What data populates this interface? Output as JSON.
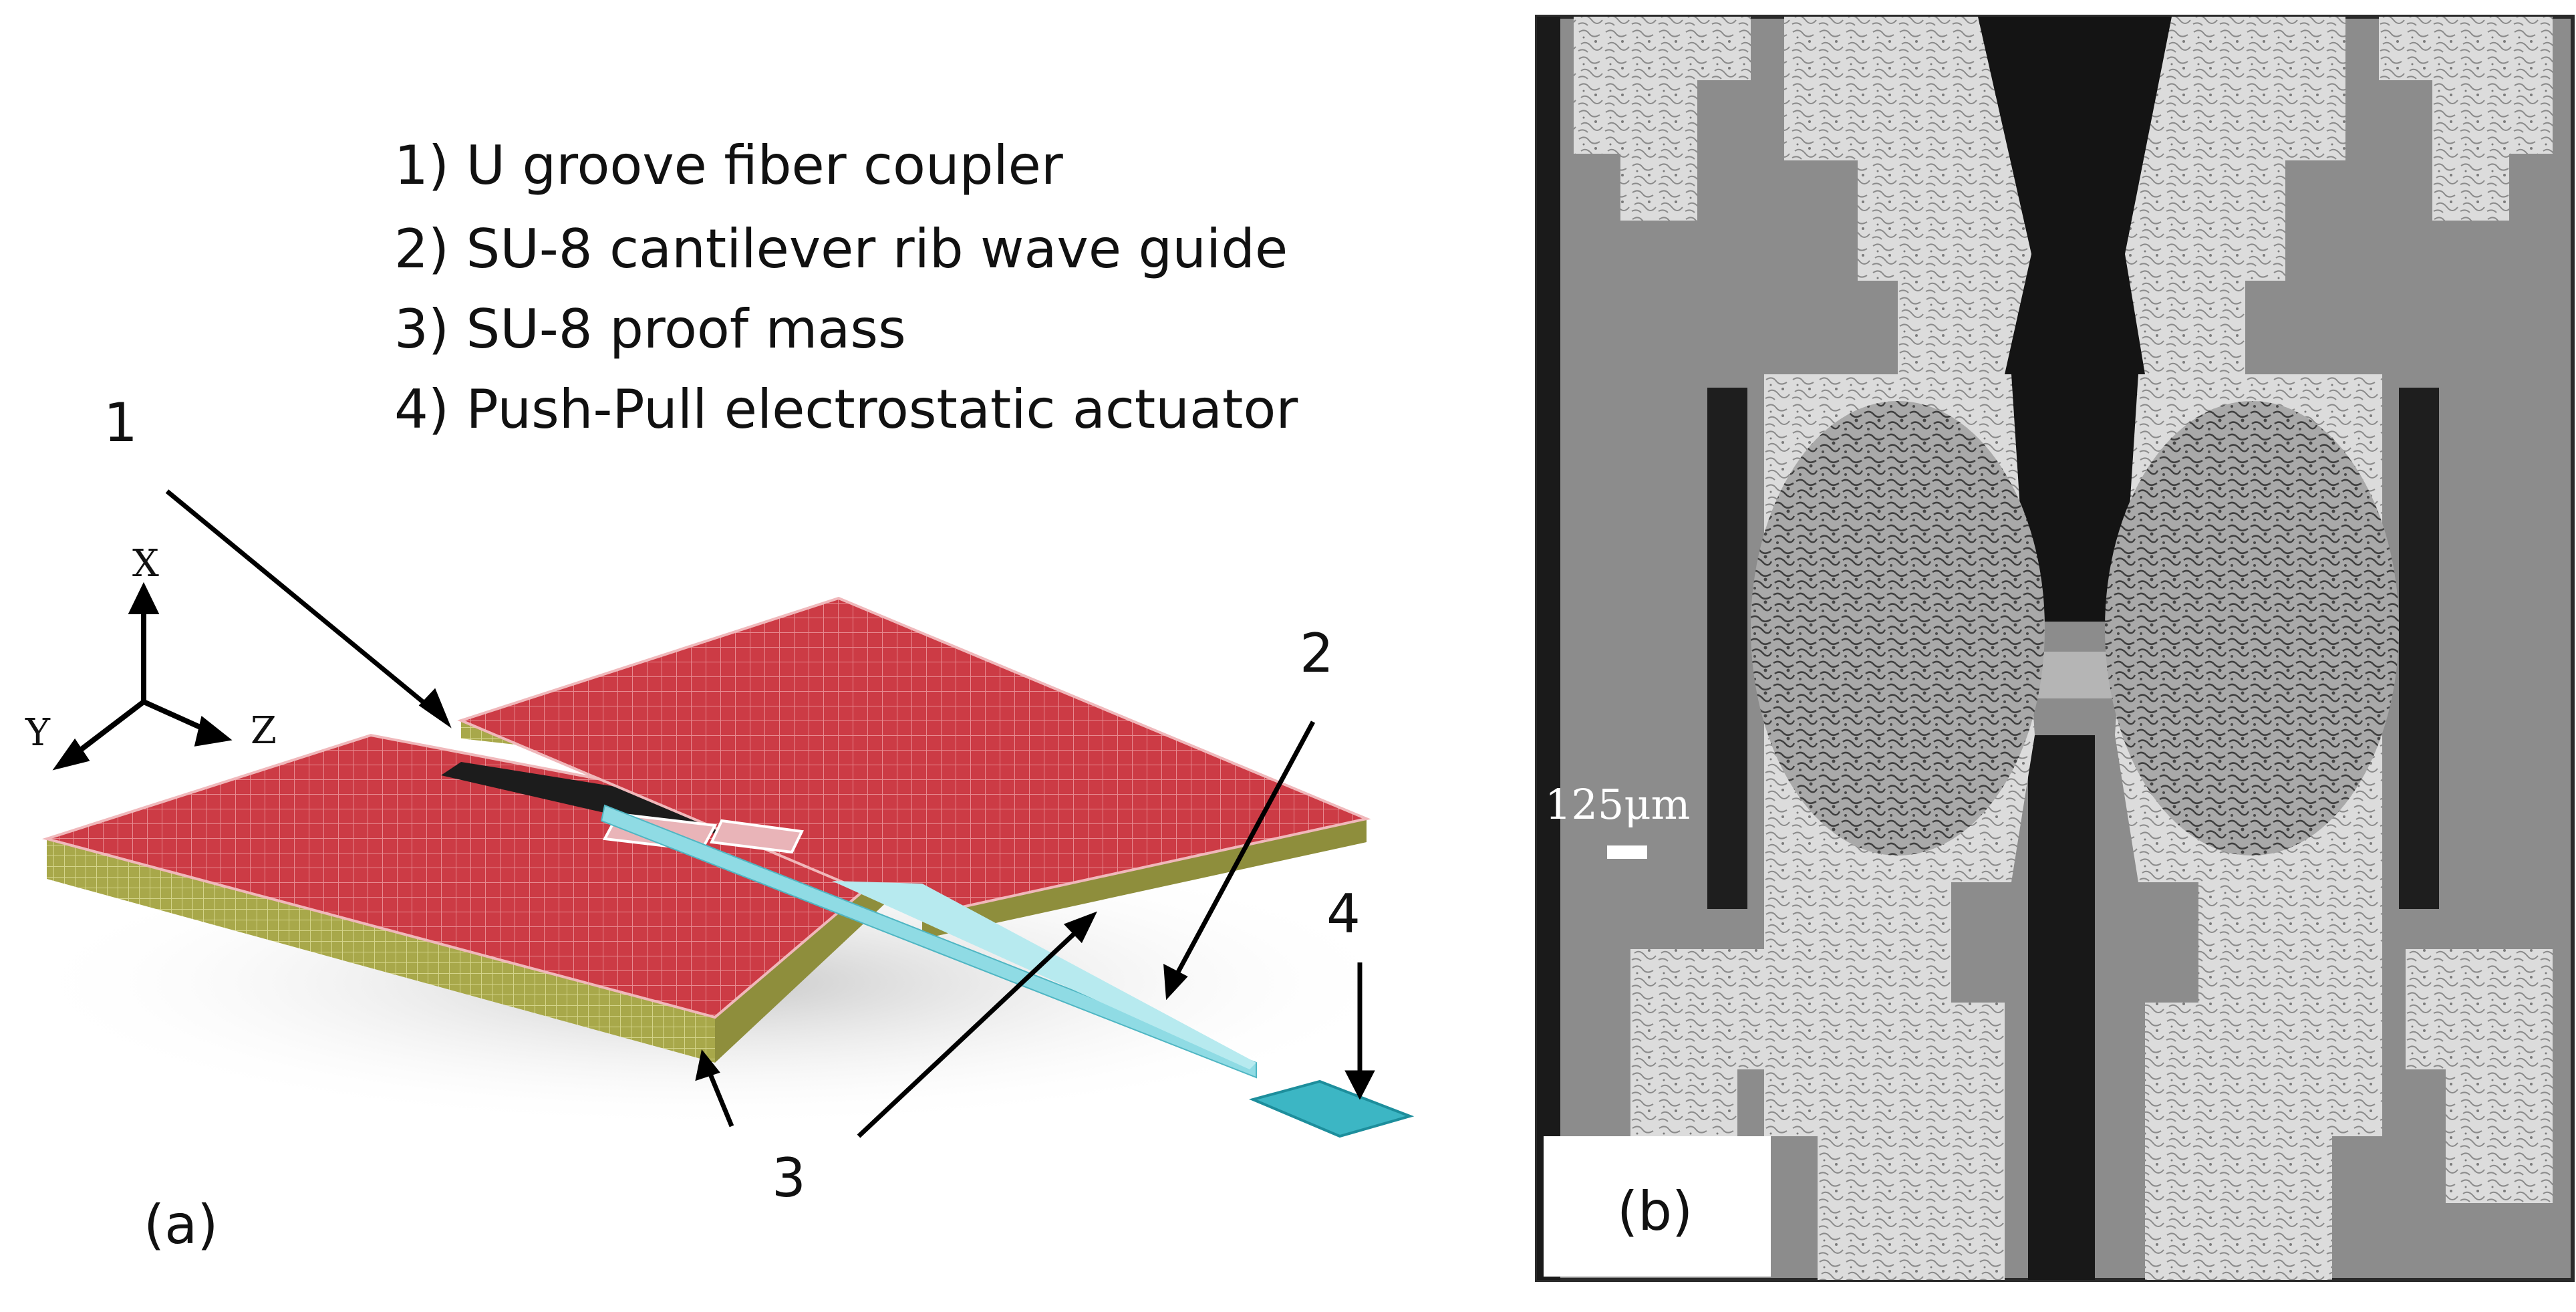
{
  "panel_a": {
    "legend": [
      "1) U groove fiber coupler",
      "2) SU-8 cantilever rib wave guide",
      "3) SU-8 proof mass",
      "4) Push-Pull electrostatic actuator"
    ],
    "callouts": {
      "c1": "1",
      "c2": "2",
      "c3": "3",
      "c4": "4"
    },
    "axes": {
      "x": "X",
      "y": "Y",
      "z": "Z"
    },
    "label": "(a)"
  },
  "panel_b": {
    "scale_bar": "125μm",
    "label": "(b)"
  },
  "colors": {
    "mesh_red": "#cc3b45",
    "mesh_olive": "#a8a84a",
    "waveguide_cyan": "#7fd6e0",
    "micrograph_gray": "#8c8c8c",
    "dark_gap": "#141414"
  }
}
